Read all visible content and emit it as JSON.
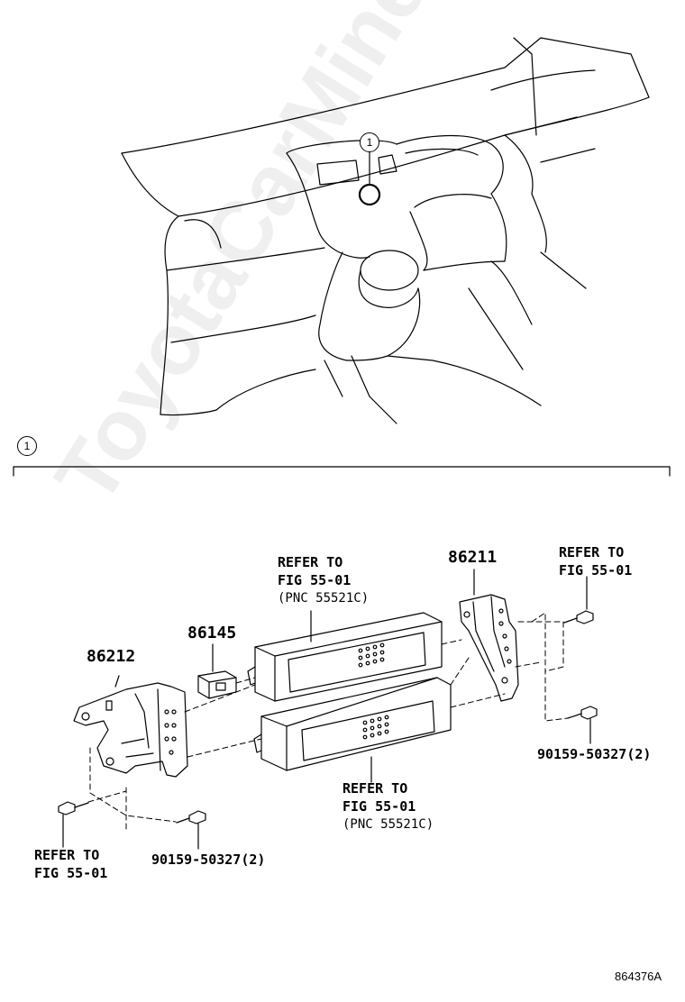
{
  "callout": {
    "marker": "1"
  },
  "section": {
    "marker": "1"
  },
  "parts": {
    "left_bracket": "86212",
    "switch": "86145",
    "right_bracket": "86211"
  },
  "labels": {
    "refer_upper_center": {
      "line1": "REFER TO",
      "line2": "FIG 55-01",
      "line3": "(PNC 55521C)"
    },
    "refer_lower_center": {
      "line1": "REFER TO",
      "line2": "FIG 55-01",
      "line3": "(PNC 55521C)"
    },
    "refer_upper_right": {
      "line1": "REFER TO",
      "line2": "FIG 55-01"
    },
    "refer_lower_left": {
      "line1": "REFER TO",
      "line2": "FIG 55-01"
    },
    "screw_right": "90159-50327(2)",
    "screw_left": "90159-50327(2)"
  },
  "figure_code": "864376A",
  "watermark": "ToyotaCarMine.ru"
}
